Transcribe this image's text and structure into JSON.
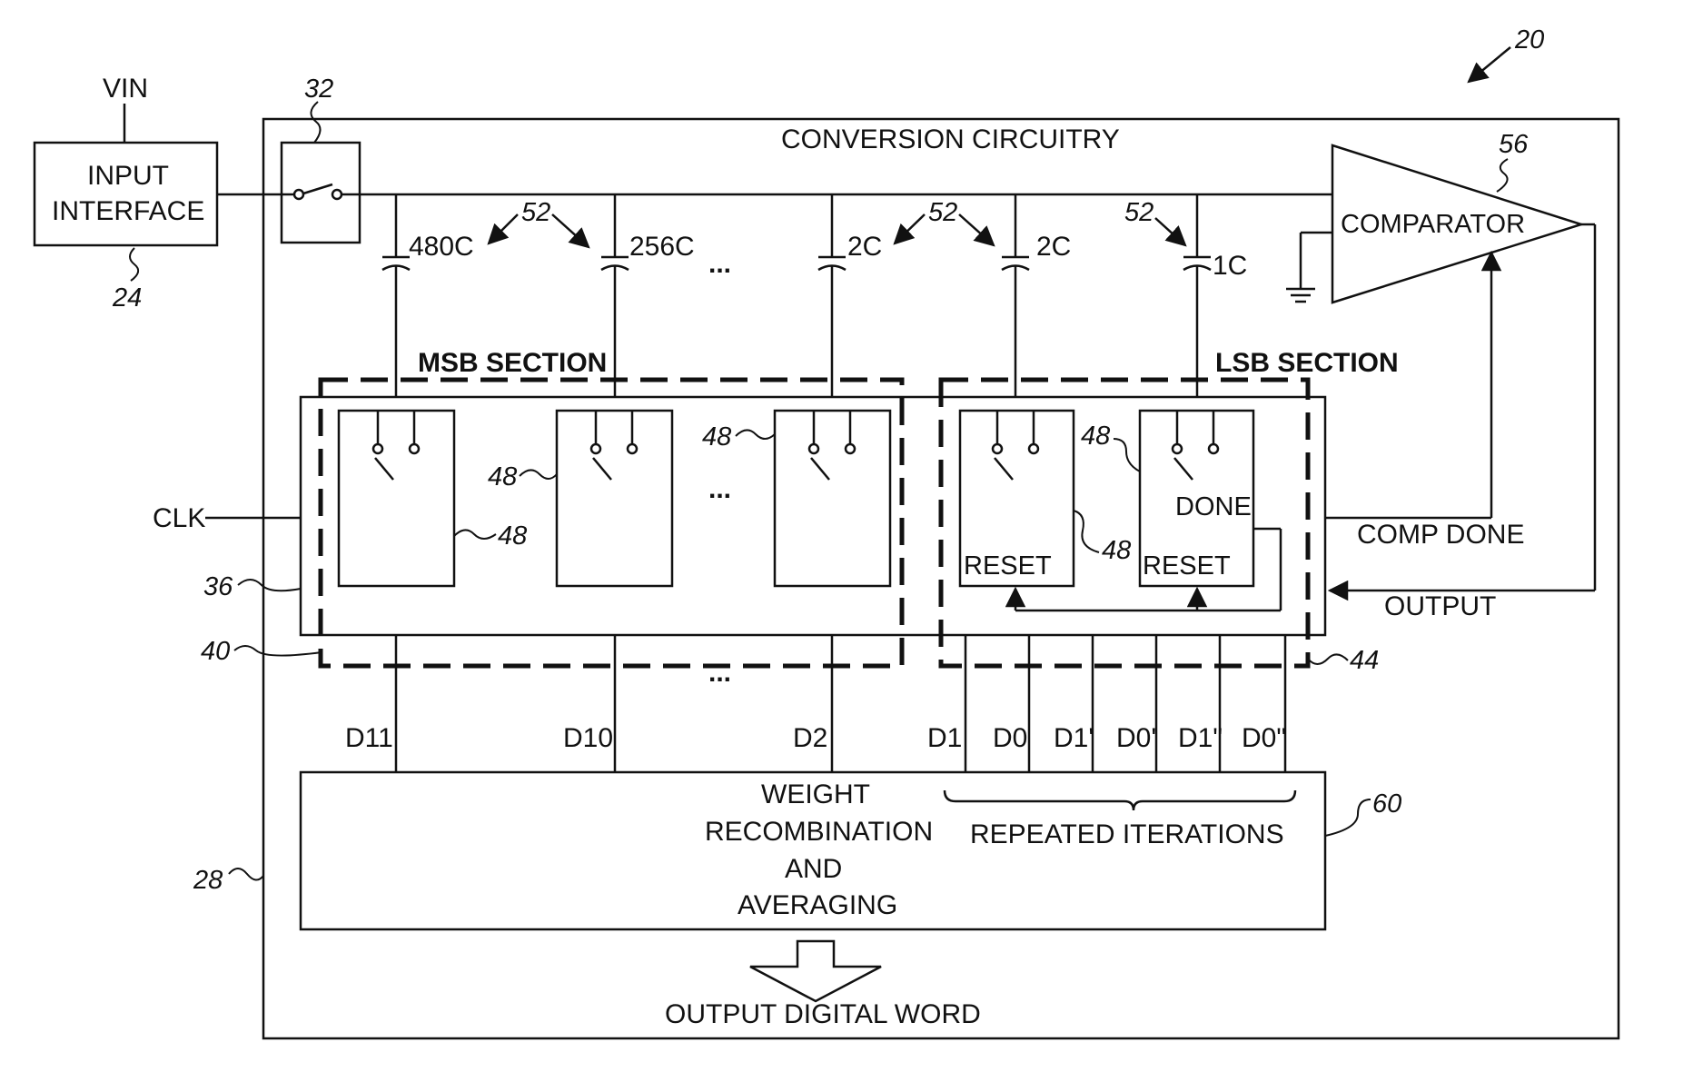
{
  "labels": {
    "vin": "VIN",
    "input_interface_l1": "INPUT",
    "input_interface_l2": "INTERFACE",
    "conversion_circuitry": "CONVERSION CIRCUITRY",
    "comparator": "COMPARATOR",
    "msb_section": "MSB SECTION",
    "lsb_section": "LSB SECTION",
    "clk": "CLK",
    "comp_done": "COMP DONE",
    "output": "OUTPUT",
    "done": "DONE",
    "reset": "RESET",
    "weight_l1": "WEIGHT",
    "weight_l2": "RECOMBINATION",
    "weight_l3": "AND",
    "weight_l4": "AVERAGING",
    "repeated_iterations": "REPEATED ITERATIONS",
    "output_digital_word": "OUTPUT DIGITAL WORD",
    "ellipsis": "..."
  },
  "capacitors": [
    "480C",
    "256C",
    "2C",
    "2C",
    "1C"
  ],
  "digital_outputs": [
    "D11",
    "D10",
    "D2",
    "D1",
    "D0",
    "D1'",
    "D0'",
    "D1\"",
    "D0\""
  ],
  "reference_numerals": {
    "system": "20",
    "input_interface": "24",
    "conversion_circuitry": "28",
    "switch": "32",
    "clock_block": "36",
    "msb_section": "40",
    "lsb_section": "44",
    "switch_cell": "48",
    "capacitor": "52",
    "comparator": "56",
    "recombination": "60"
  }
}
